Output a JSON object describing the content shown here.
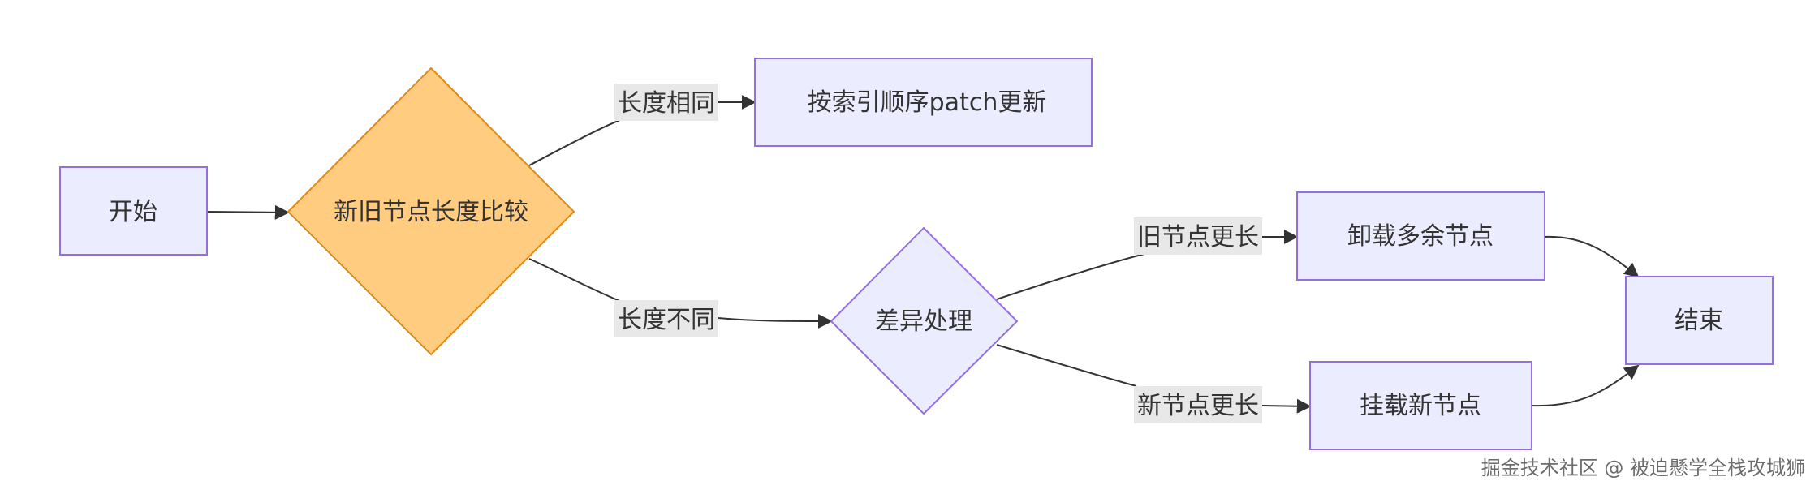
{
  "nodes": {
    "start": "开始",
    "compare": "新旧节点长度比较",
    "patch": "按索引顺序patch更新",
    "diff": "差异处理",
    "unmount": "卸载多余节点",
    "mount": "挂载新节点",
    "end": "结束"
  },
  "edges": {
    "same_length": "长度相同",
    "diff_length": "长度不同",
    "old_longer": "旧节点更长",
    "new_longer": "新节点更长"
  },
  "watermark": "掘金技术社区 @ 被迫懸学全栈攻城狮",
  "colors": {
    "node_fill": "#ECECFF",
    "node_stroke": "#9370DB",
    "decision_fill": "#FFCC80",
    "decision_stroke": "#E08A1A",
    "edge": "#333333",
    "edge_label_bg": "#E8E8E8"
  }
}
